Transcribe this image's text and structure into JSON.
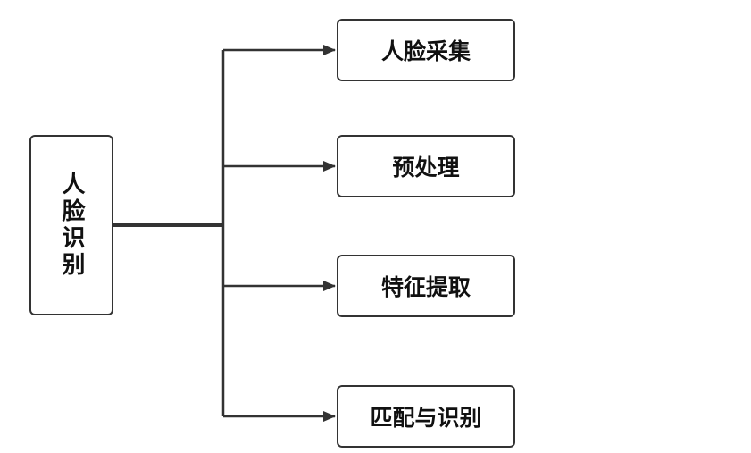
{
  "diagram": {
    "root": {
      "label": "人脸识别"
    },
    "children": [
      {
        "label": "人脸采集"
      },
      {
        "label": "预处理"
      },
      {
        "label": "特征提取"
      },
      {
        "label": "匹配与识别"
      }
    ],
    "colors": {
      "stroke": "#333333",
      "text": "#111111",
      "background": "#ffffff"
    }
  }
}
